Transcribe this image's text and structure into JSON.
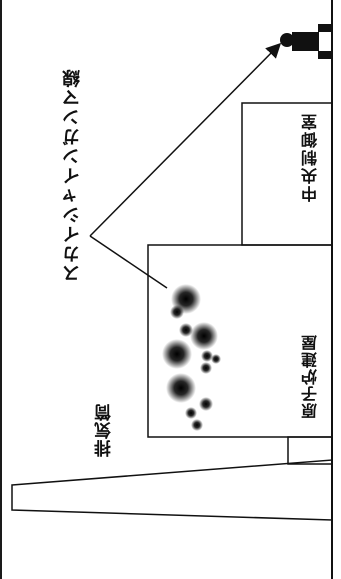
{
  "labels": {
    "skyshine": "スカイシャインガンマ線",
    "stack": "排気筒",
    "reactor_building": "原子炉建屋",
    "control_room": "中央制御室"
  },
  "colors": {
    "line": "#111111",
    "source_spot": "#000000"
  }
}
